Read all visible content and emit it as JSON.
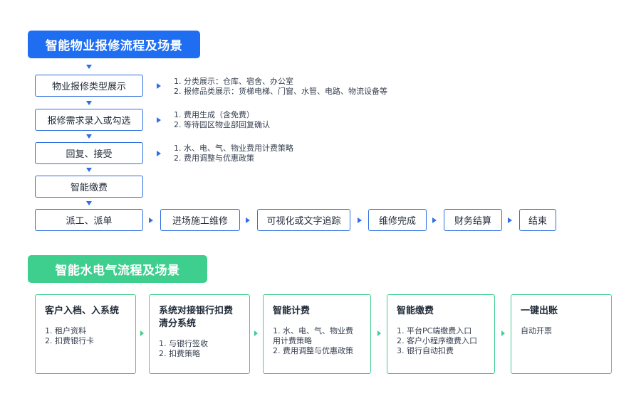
{
  "repair": {
    "title": "智能物业报修流程及场景",
    "steps": [
      {
        "label": "物业报修类型展示",
        "notes": [
          "1. 分类展示：仓库、宿舍、办公室",
          "2. 报修品类展示：货梯电梯、门窗、水管、电路、物流设备等"
        ]
      },
      {
        "label": "报修需求录入或勾选",
        "notes": [
          "1. 费用生成（含免费）",
          "2. 等待园区物业部回复确认"
        ]
      },
      {
        "label": "回复、接受",
        "notes": [
          "1. 水、电、气、物业费用计费策略",
          "2. 费用调整与优惠政策"
        ]
      },
      {
        "label": "智能缴费",
        "notes": []
      },
      {
        "label": "派工、派单",
        "notes": []
      }
    ],
    "flow": [
      "进场施工维修",
      "可视化或文字追踪",
      "维修完成",
      "财务结算",
      "结束"
    ]
  },
  "utility": {
    "title": "智能水电气流程及场景",
    "cards": [
      {
        "title_lines": [
          "客户入档、入系统"
        ],
        "items": [
          "1. 租户资料",
          "2. 扣费银行卡"
        ]
      },
      {
        "title_lines": [
          "系统对接银行扣费",
          "清分系统"
        ],
        "items": [
          "1. 与银行签收",
          "2. 扣费策略"
        ]
      },
      {
        "title_lines": [
          "智能计费"
        ],
        "items": [
          "1. 水、电、气、物业费",
          "用计费策略",
          "2. 费用调整与优惠政策"
        ]
      },
      {
        "title_lines": [
          "智能缴费"
        ],
        "items": [
          "1. 平台PC端缴费入口",
          "2. 客户小程序缴费入口",
          "3. 银行自动扣费"
        ]
      },
      {
        "title_lines": [
          "一键出账"
        ],
        "items": [
          "自动开票"
        ]
      }
    ]
  },
  "colors": {
    "primary_blue": "#1f6ef2",
    "box_border_blue": "#2f6fe0",
    "green": "#3ecf8e"
  }
}
